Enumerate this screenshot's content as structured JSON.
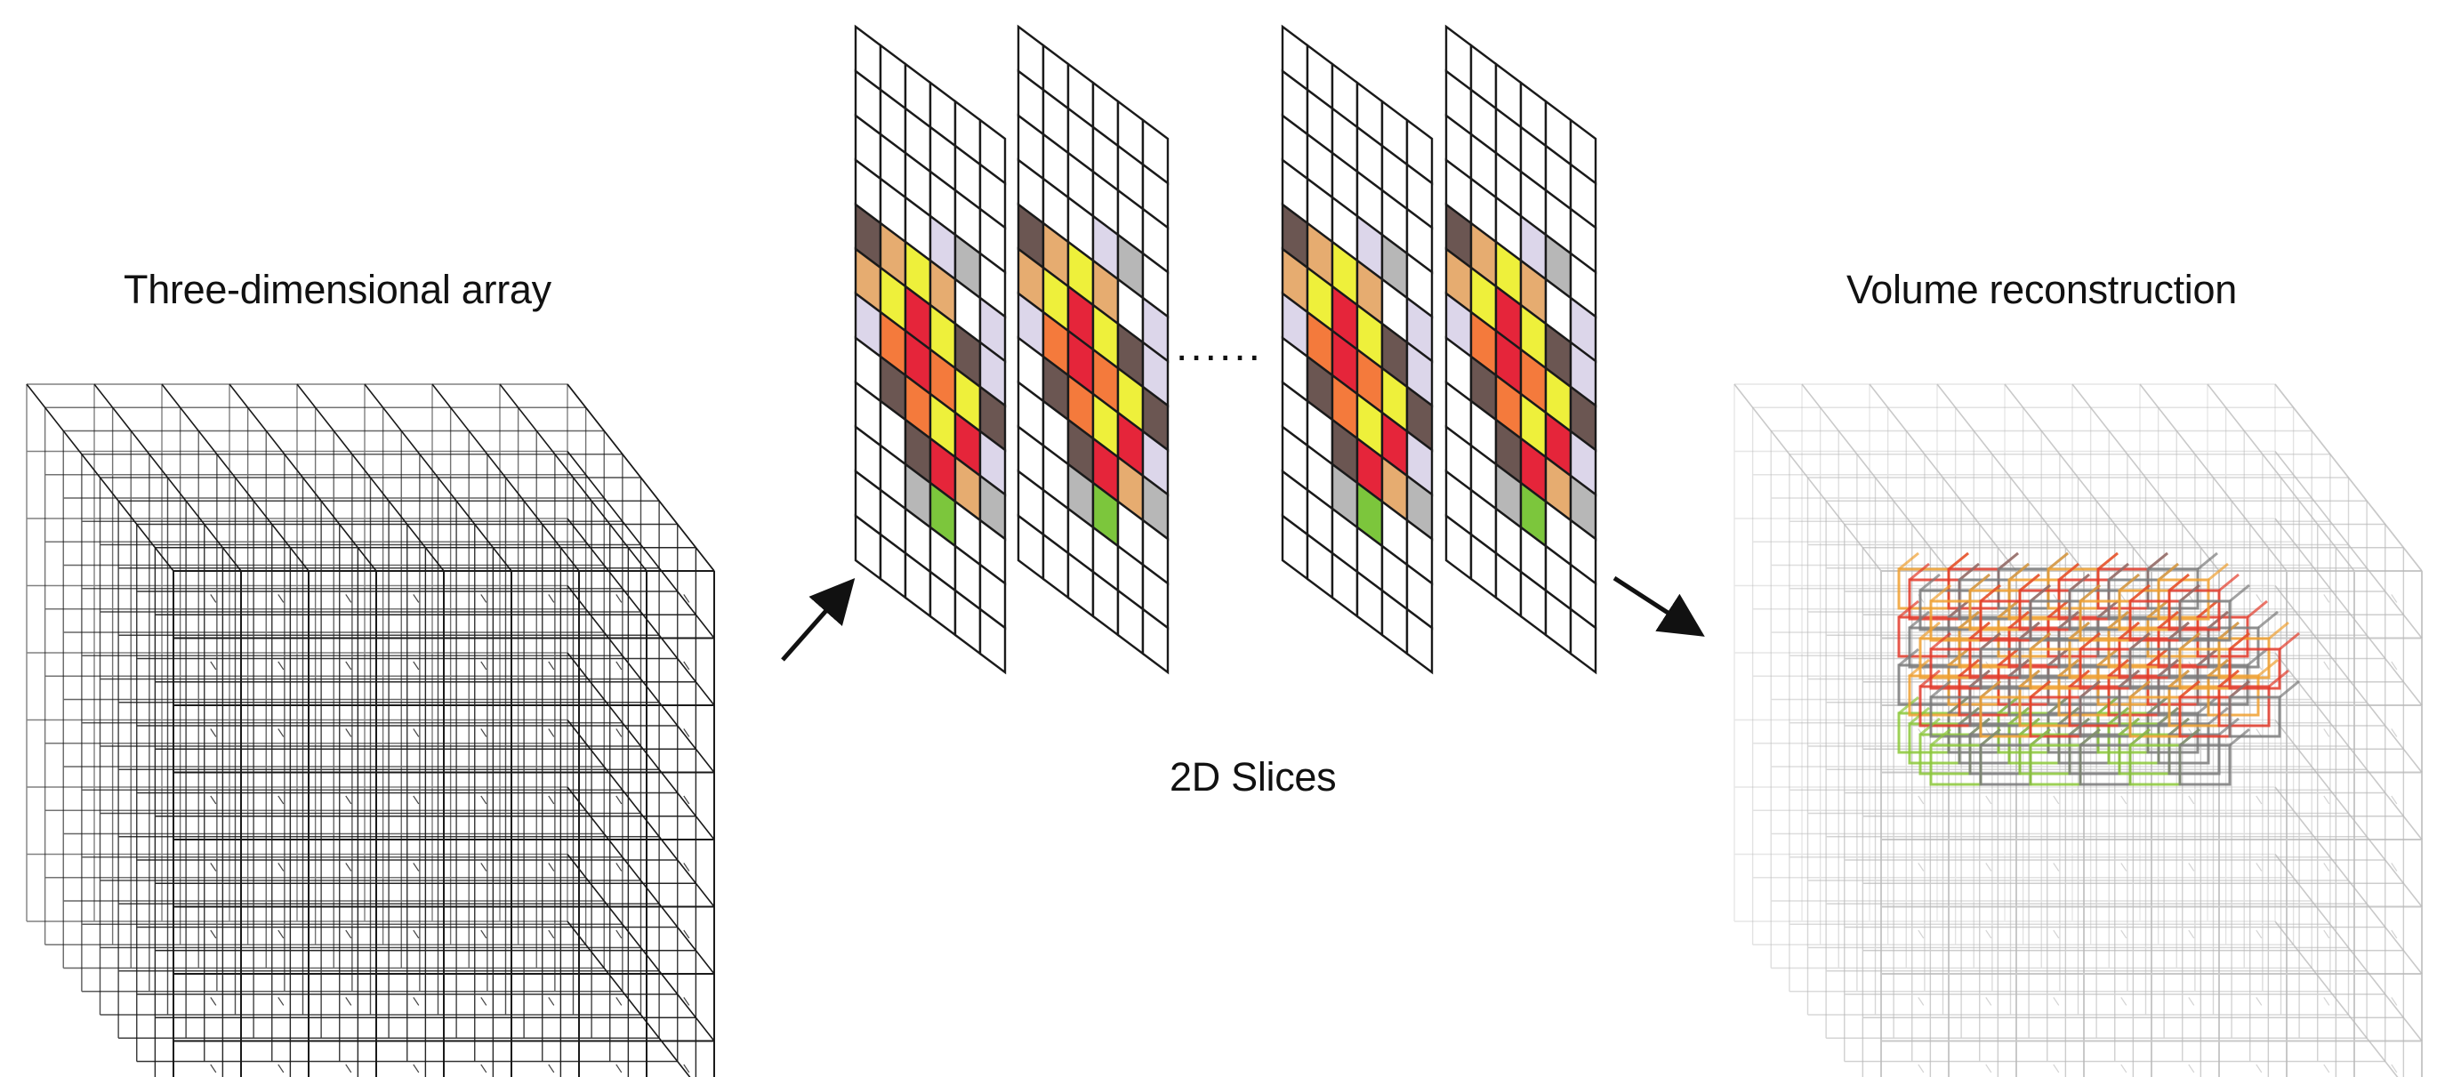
{
  "labels": {
    "array": "Three-dimensional array",
    "slices": "2D Slices",
    "volume": "Volume reconstruction",
    "ellipsis": "......"
  },
  "colors": {
    "grid_line": "#111111",
    "volume_grid": "#c8c8c8",
    "slice_cells": {
      "brown": "#6b5652",
      "tan": "#e6ac70",
      "yellow": "#eef03b",
      "red": "#e5253a",
      "orange": "#f47a3c",
      "lavender": "#dcd6ea",
      "gray": "#b7b7b7",
      "green": "#7cc63c"
    },
    "volume_highlight": [
      "#f0a030",
      "#e23a2a",
      "#7a7a7a",
      "#8cc83a"
    ]
  },
  "icons": {
    "arrow_in": "arrow-up-right-icon",
    "arrow_out": "arrow-down-right-icon"
  },
  "slice_pattern": [
    [
      "",
      "",
      "",
      "",
      "",
      ""
    ],
    [
      "",
      "",
      "",
      "",
      "",
      ""
    ],
    [
      "",
      "",
      "",
      "",
      "",
      ""
    ],
    [
      "",
      "",
      "",
      "lavender",
      "gray",
      ""
    ],
    [
      "brown",
      "tan",
      "yellow",
      "tan",
      "",
      "lavender"
    ],
    [
      "tan",
      "yellow",
      "red",
      "yellow",
      "brown",
      "lavender"
    ],
    [
      "lavender",
      "orange",
      "red",
      "orange",
      "yellow",
      "brown"
    ],
    [
      "",
      "brown",
      "orange",
      "yellow",
      "red",
      "lavender"
    ],
    [
      "",
      "",
      "brown",
      "red",
      "tan",
      "gray"
    ],
    [
      "",
      "",
      "gray",
      "green",
      "",
      ""
    ],
    [
      "",
      "",
      "",
      "",
      "",
      ""
    ],
    [
      "",
      "",
      "",
      "",
      "",
      ""
    ]
  ]
}
